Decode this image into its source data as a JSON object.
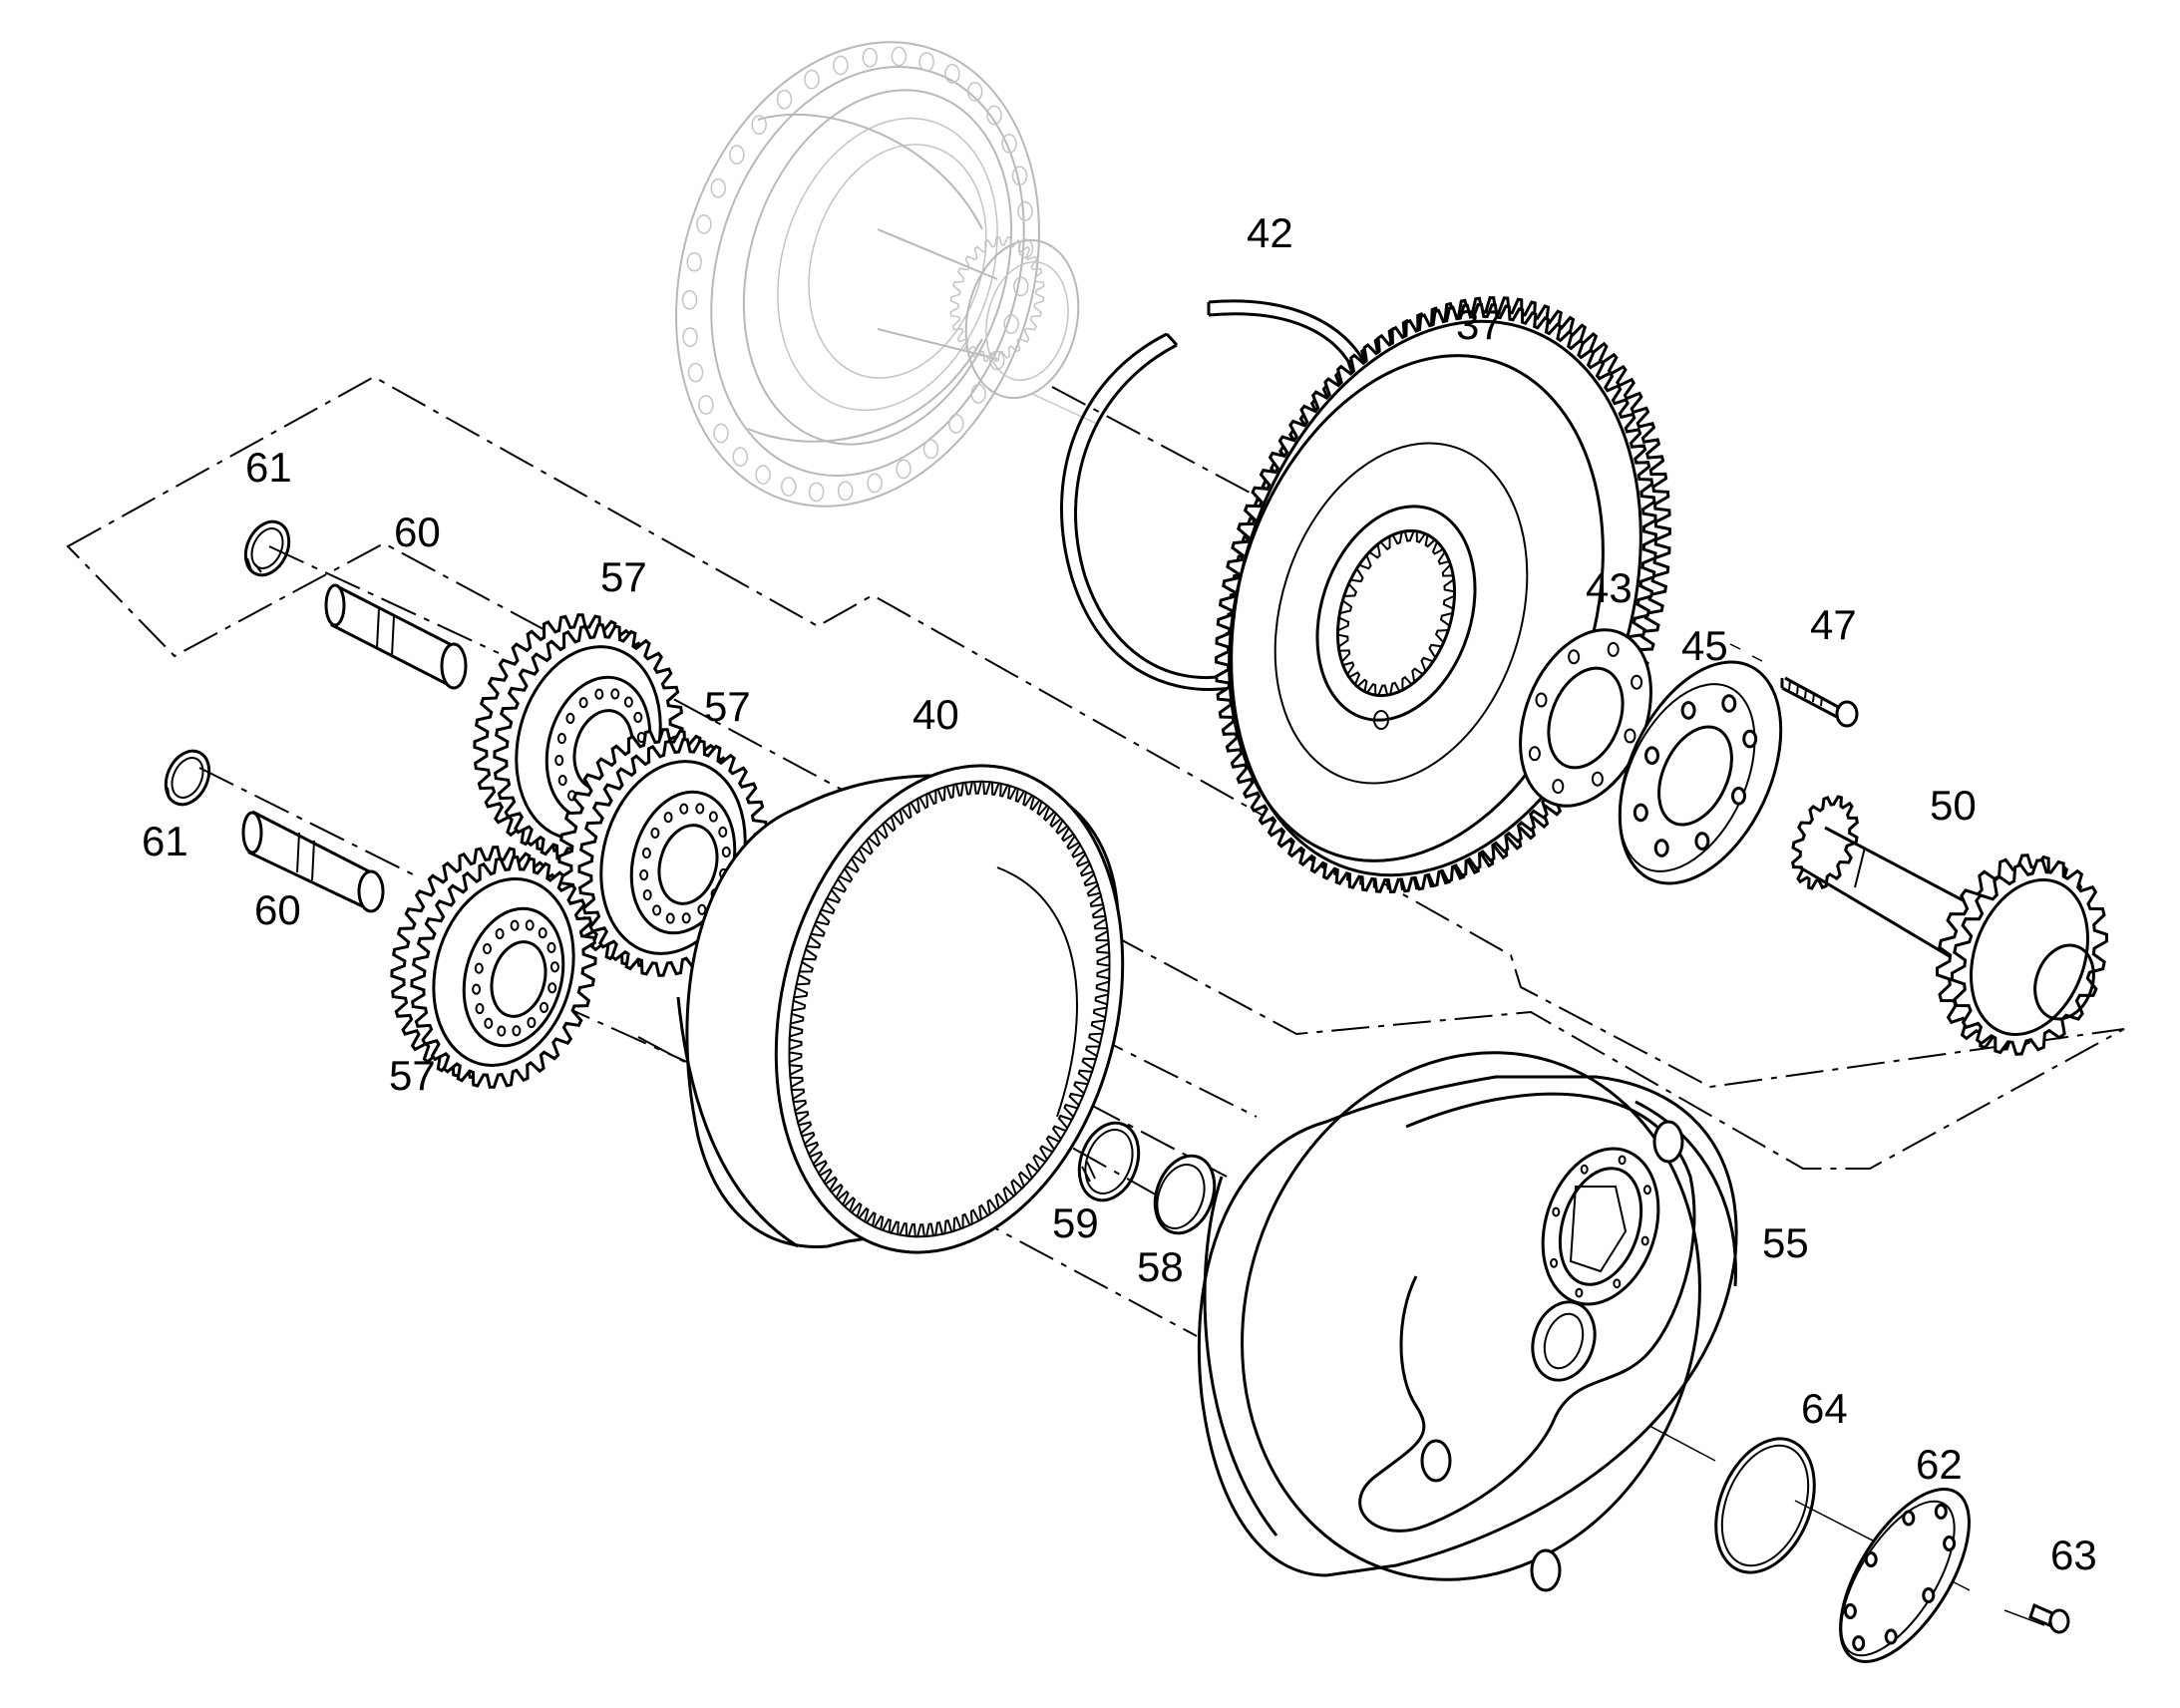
{
  "diagram": {
    "kind": "exploded parts view",
    "callouts": [
      {
        "id": "c42",
        "label": "42"
      },
      {
        "id": "c37",
        "label": "37"
      },
      {
        "id": "c61a",
        "label": "61"
      },
      {
        "id": "c60a",
        "label": "60"
      },
      {
        "id": "c57a",
        "label": "57"
      },
      {
        "id": "c57b",
        "label": "57"
      },
      {
        "id": "c40",
        "label": "40"
      },
      {
        "id": "c43",
        "label": "43"
      },
      {
        "id": "c45",
        "label": "45"
      },
      {
        "id": "c47",
        "label": "47"
      },
      {
        "id": "c50",
        "label": "50"
      },
      {
        "id": "c61b",
        "label": "61"
      },
      {
        "id": "c60b",
        "label": "60"
      },
      {
        "id": "c57c",
        "label": "57"
      },
      {
        "id": "c59",
        "label": "59"
      },
      {
        "id": "c58",
        "label": "58"
      },
      {
        "id": "c55",
        "label": "55"
      },
      {
        "id": "c64",
        "label": "64"
      },
      {
        "id": "c62",
        "label": "62"
      },
      {
        "id": "c63",
        "label": "63"
      }
    ]
  }
}
